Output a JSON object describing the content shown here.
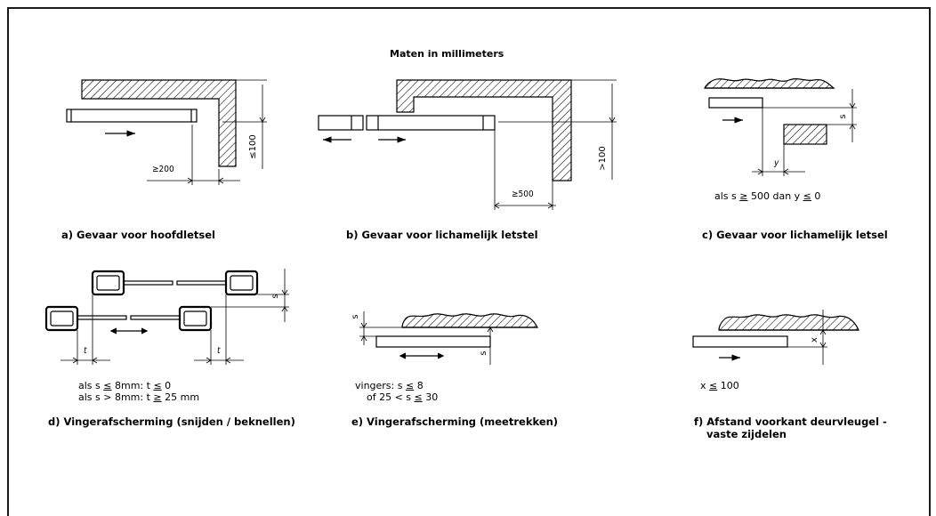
{
  "title": "Maten in millimeters",
  "panels": {
    "a": {
      "caption": "a) Gevaar voor hoofdletsel",
      "dim_h": "≥200",
      "dim_v": "≤100"
    },
    "b": {
      "caption": "b) Gevaar voor lichamelijk letstel",
      "dim_h": "≥500",
      "dim_v": ">100"
    },
    "c": {
      "caption": "c) Gevaar voor lichamelijk letsel",
      "dim_s": "s",
      "dim_y": "y",
      "note_pre": "als s ",
      "note_op1": "≥",
      "note_mid": " 500 dan y ",
      "note_op2": "≤",
      "note_post": " 0"
    },
    "d": {
      "caption": "d) Vingerafscherming (snijden / beknellen)",
      "dim_s": "s",
      "dim_t": "t",
      "note1_pre": "als s ",
      "note1_op1": "≤",
      "note1_mid": " 8mm: t ",
      "note1_op2": "≤",
      "note1_post": " 0",
      "note2_pre": "als s > 8mm: t ",
      "note2_op": "≥",
      "note2_post": " 25 mm"
    },
    "e": {
      "caption": "e) Vingerafscherming (meetrekken)",
      "dim_s": "s",
      "note1_pre": "vingers: s ",
      "note1_op": "≤",
      "note1_post": " 8",
      "note2_pre": "of 25 < s ",
      "note2_op": "≤",
      "note2_post": " 30"
    },
    "f": {
      "caption_line1": "f) Afstand voorkant deurvleugel -",
      "caption_line2": "vaste zijdelen",
      "dim_x": "x",
      "note_pre": "x ",
      "note_op": "≤",
      "note_post": " 100"
    }
  }
}
